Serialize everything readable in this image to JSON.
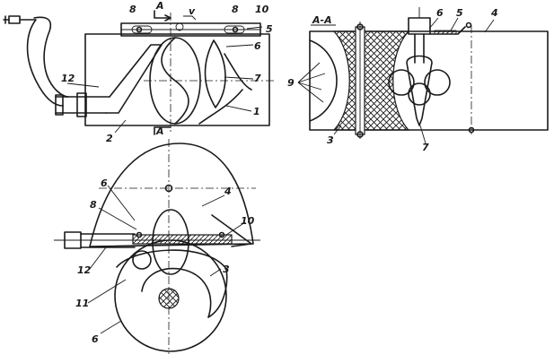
{
  "labels": {
    "section_a_top": "A",
    "section_a_bottom": "A",
    "section_title": "A-A",
    "n1": "1",
    "n2": "2",
    "n3": "3",
    "n4": "4",
    "n5": "5",
    "n6": "6",
    "n7": "7",
    "n8": "8",
    "n9": "9",
    "n10": "10",
    "n11": "11",
    "n12": "12",
    "v_mark": "v",
    "b_mark": "6"
  }
}
